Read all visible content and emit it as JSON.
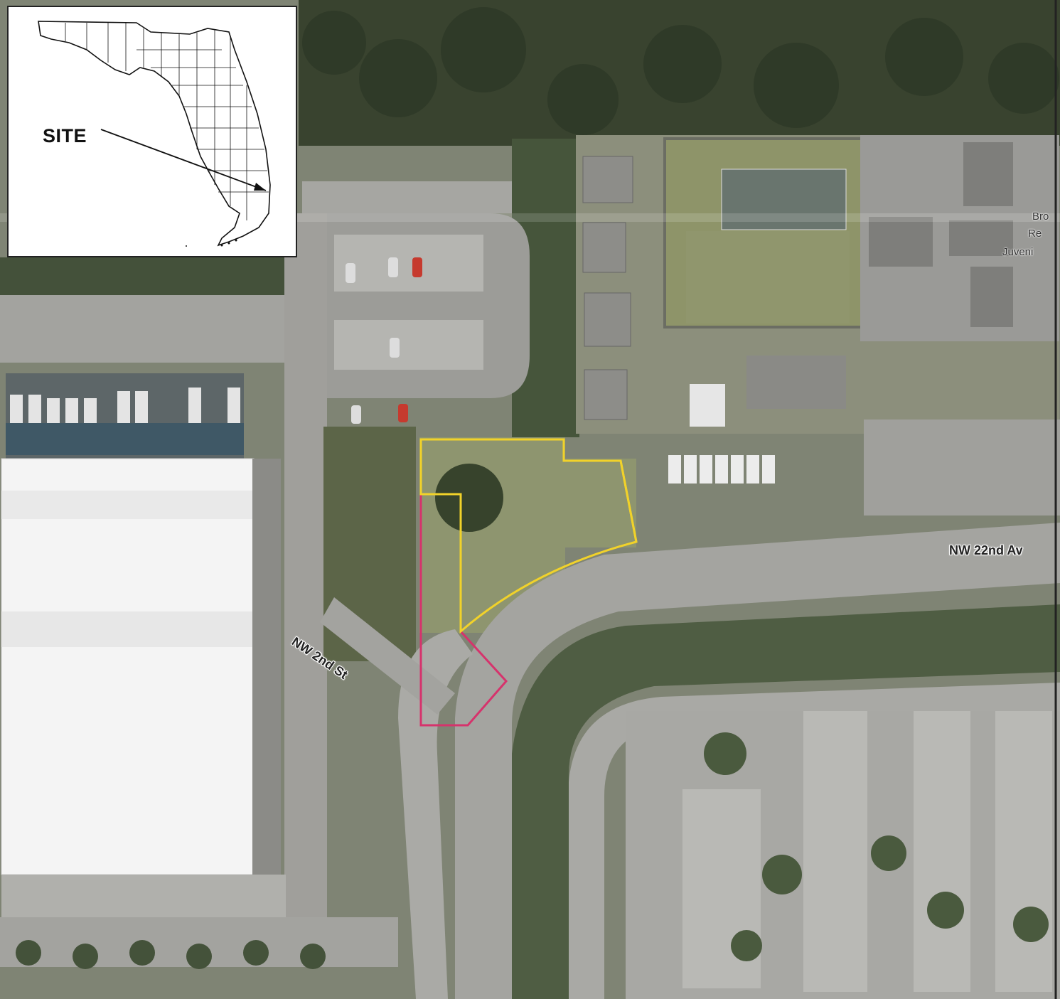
{
  "inset": {
    "site_label": "SITE",
    "region": "Florida"
  },
  "streets": {
    "nw_22nd_av": "NW 22nd Av",
    "nw_2nd_st": "NW 2nd St"
  },
  "building_label_fragments": [
    "Bro",
    "Re",
    "Juveni"
  ],
  "colors": {
    "site_boundary_yellow": "#f1d22a",
    "parcel_boundary_red": "#d6336c",
    "road": "#9a9a9a",
    "tree_canopy": "#3c4a34",
    "grass": "#8f9670",
    "warehouse_roof": "#f4f4f4"
  }
}
